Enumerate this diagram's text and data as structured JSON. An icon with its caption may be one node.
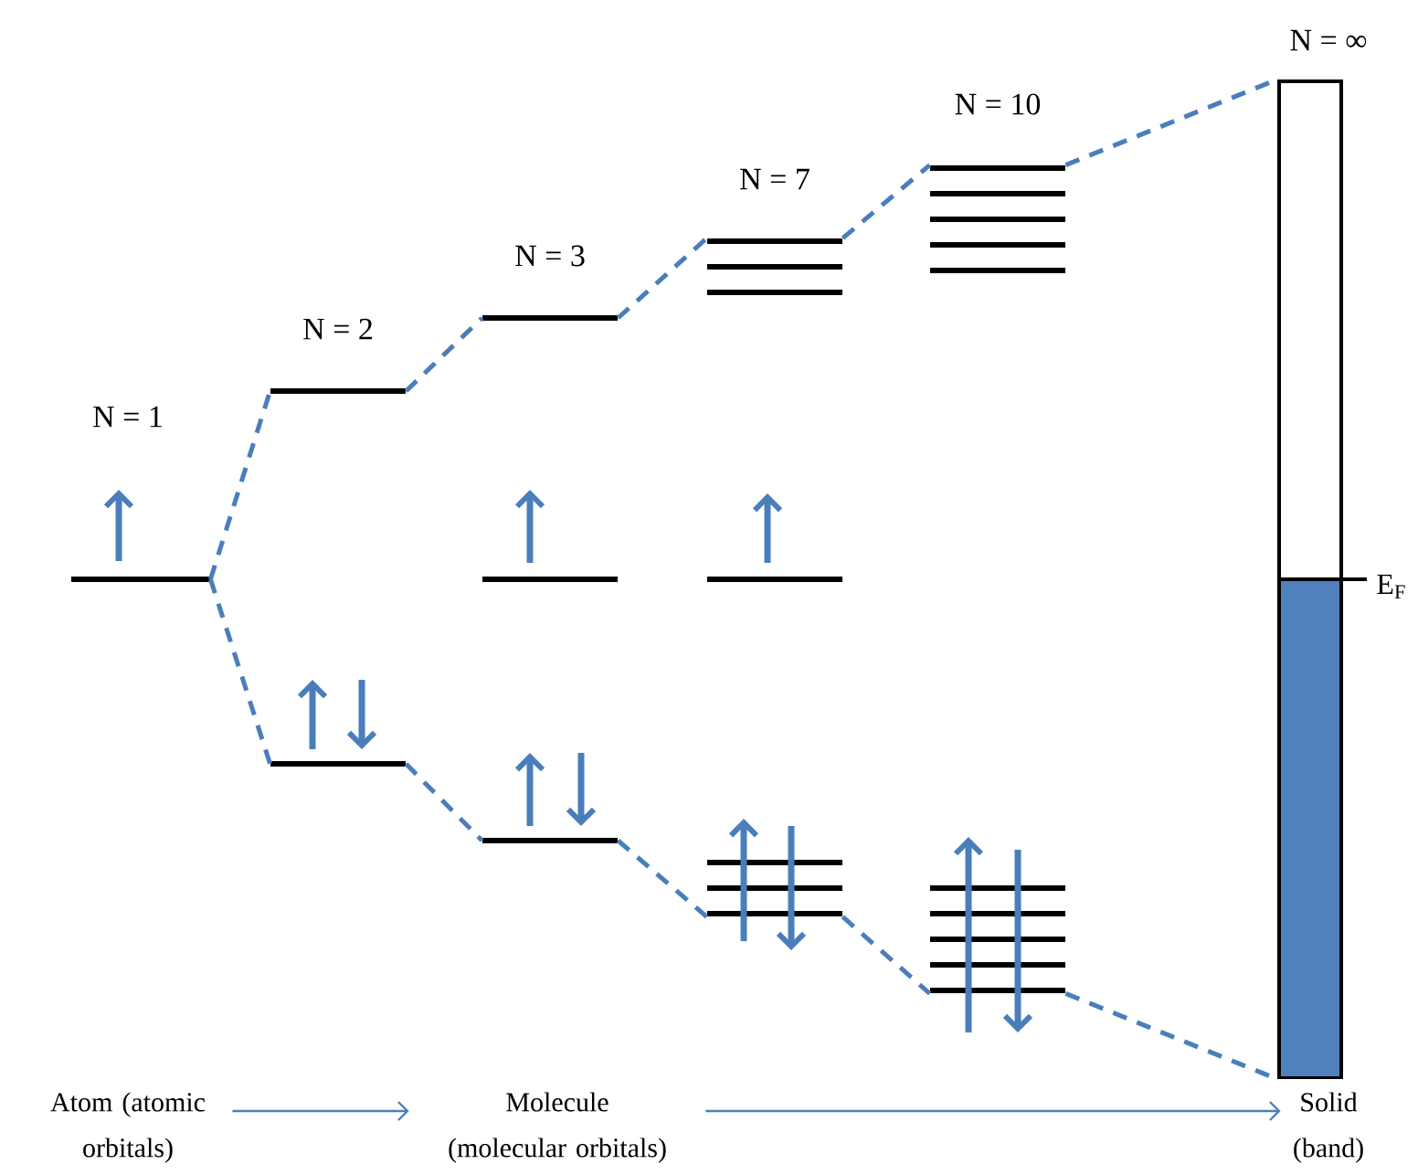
{
  "diagram": {
    "nodes": [
      {
        "text": [],
        "shape": "bar"
      },
      {
        "text": [],
        "shape": "bar"
      },
      {
        "text": [],
        "shape": "bar"
      },
      {
        "text": [],
        "shape": "bar"
      },
      {
        "text": [],
        "shape": "bar"
      },
      {
        "text": [],
        "shape": "bar"
      },
      {
        "text": [],
        "shape": "bar"
      },
      {
        "text": [],
        "shape": "bar"
      },
      {
        "text": [],
        "shape": "bar"
      },
      {
        "text": [],
        "shape": "bar"
      },
      {
        "text": [],
        "shape": "bar"
      },
      {
        "text": [],
        "shape": "box",
        "beside": [
          "E$_{F}$"
        ]
      },
      {
        "text": [
          "Atom (atomic orbitals)"
        ]
      },
      {
        "text": [
          "Molecule (molecular orbitals)"
        ]
      },
      {
        "text": [
          "Solid (band)"
        ]
      }
    ],
    "edges": [
      {
        "from": 0,
        "to": 1,
        "arrow": "none",
        "style": "dashed"
      },
      {
        "from": 0,
        "to": 2,
        "arrow": "none",
        "style": "dashed"
      },
      {
        "from": 1,
        "to": 3,
        "arrow": "none",
        "style": "dashed"
      },
      {
        "from": 2,
        "to": 5,
        "arrow": "none",
        "style": "dashed"
      },
      {
        "from": 3,
        "to": 6,
        "arrow": "none",
        "style": "dashed"
      },
      {
        "from": 5,
        "to": 8,
        "arrow": "none",
        "style": "dashed"
      },
      {
        "from": 6,
        "to": 9,
        "arrow": "none",
        "style": "dashed"
      },
      {
        "from": 8,
        "to": 10,
        "arrow": "none",
        "style": "dashed"
      },
      {
        "from": 9,
        "to": 11,
        "arrow": "none",
        "style": "dashed"
      },
      {
        "from": 10,
        "to": 11,
        "arrow": "none",
        "style": "dashed"
      },
      {
        "from": 12,
        "to": 13,
        "arrow": "to"
      },
      {
        "from": 13,
        "to": 14,
        "arrow": "to"
      }
    ],
    "labels": [
      "N = 1",
      "N = 2",
      "N = 3",
      "N = 7",
      "N = 10",
      "N = ∞"
    ]
  }
}
